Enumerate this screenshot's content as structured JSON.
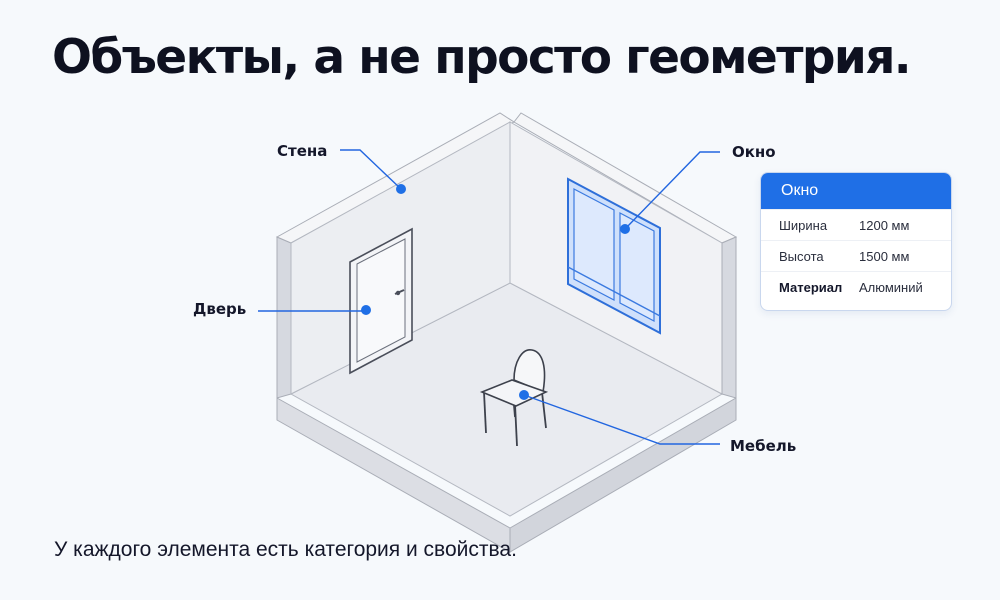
{
  "headline": "Объекты, а не просто геометрия.",
  "callouts": {
    "wall": "Стена",
    "window": "Окно",
    "door": "Дверь",
    "furniture": "Мебель"
  },
  "property_card": {
    "title": "Окно",
    "rows": [
      {
        "name": "Ширина",
        "value": "1200 мм"
      },
      {
        "name": "Высота",
        "value": "1500 мм"
      },
      {
        "name": "Материал",
        "value": "Алюминий"
      }
    ]
  },
  "caption": "У каждого элемента есть категория и свойства.",
  "colors": {
    "accent": "#1f6fe6",
    "text": "#0e1120",
    "background": "#f6f9fc"
  }
}
